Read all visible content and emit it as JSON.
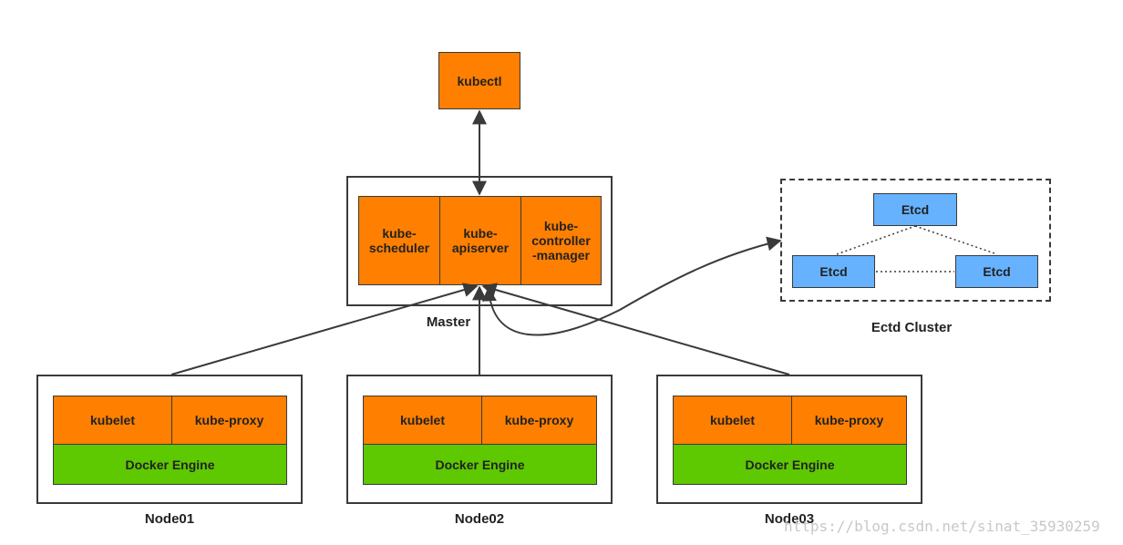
{
  "kubectl": {
    "label": "kubectl"
  },
  "master": {
    "title": "Master",
    "components": [
      {
        "label": "kube-\nscheduler"
      },
      {
        "label": "kube-\napiserver"
      },
      {
        "label": "kube-\ncontroller\n-manager"
      }
    ]
  },
  "etcd_cluster": {
    "title": "Ectd Cluster",
    "nodes": [
      "Etcd",
      "Etcd",
      "Etcd"
    ]
  },
  "nodes": [
    {
      "title": "Node01",
      "kubelet": "kubelet",
      "proxy": "kube-proxy",
      "engine": "Docker Engine"
    },
    {
      "title": "Node02",
      "kubelet": "kubelet",
      "proxy": "kube-proxy",
      "engine": "Docker Engine"
    },
    {
      "title": "Node03",
      "kubelet": "kubelet",
      "proxy": "kube-proxy",
      "engine": "Docker Engine"
    }
  ],
  "watermark": "https://blog.csdn.net/sinat_35930259",
  "colors": {
    "component": "#ff7f00",
    "engine": "#5ec800",
    "etcd": "#66b2ff",
    "line": "#3a3a3a"
  }
}
